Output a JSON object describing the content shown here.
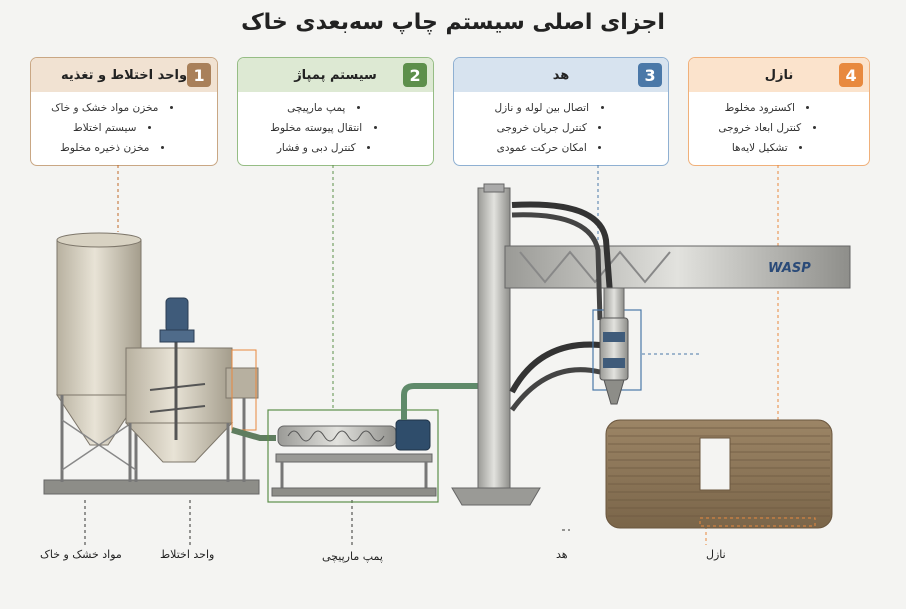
{
  "title": "اجزای اصلی سیستم چاپ سه‌بعدی خاک",
  "cards": [
    {
      "num": "1",
      "title": "واحد اختلاط و تغذیه",
      "items": [
        "مخزن مواد خشک و خاک",
        "سیستم اختلاط",
        "مخزن ذخیره مخلوط"
      ],
      "color": "#a9805a",
      "bg": "#f1e2d2"
    },
    {
      "num": "2",
      "title": "سیستم پمپاژ",
      "items": [
        "پمپ مارپیچی",
        "انتقال پیوسته مخلوط",
        "کنترل دبی و فشار"
      ],
      "color": "#5d8f4b",
      "bg": "#dde9d3"
    },
    {
      "num": "3",
      "title": "هد",
      "items": [
        "اتصال بین لوله و نازل",
        "کنترل جریان خروجی",
        "امکان حرکت عمودی"
      ],
      "color": "#4a78a8",
      "bg": "#d7e3ef"
    },
    {
      "num": "4",
      "title": "نازل",
      "items": [
        "اکسترود مخلوط",
        "کنترل ابعاد خروجی",
        "تشکیل لایه‌ها"
      ],
      "color": "#e8893e",
      "bg": "#fbe3cc"
    }
  ],
  "labels": {
    "dry_material": "مواد خشک و خاک",
    "mixer": "واحد اختلاط",
    "pump": "پمپ مارپیچی",
    "head": "هد",
    "nozzle": "نازل",
    "brand": "WASP"
  }
}
